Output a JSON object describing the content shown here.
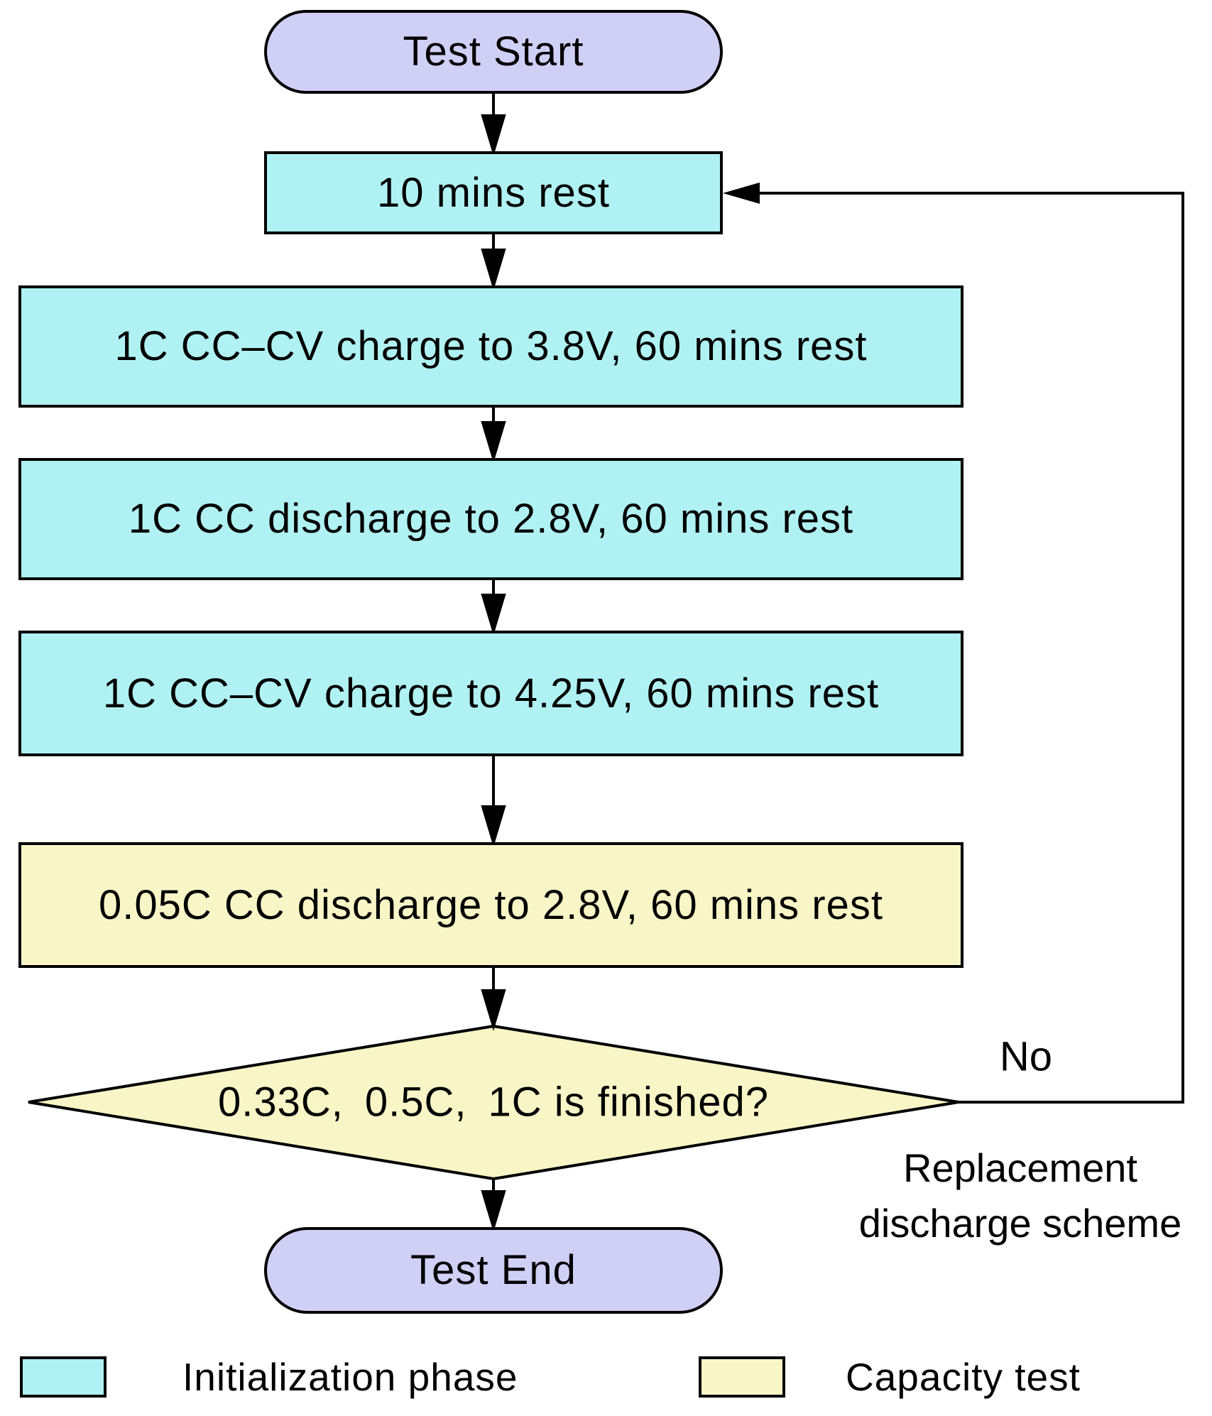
{
  "figure": {
    "kind": "flowchart",
    "description_visible_only": "battery test procedure flowchart"
  },
  "colors": {
    "initialization_phase_fill": "#b0f2f3",
    "capacity_test_fill": "#f8f6c6",
    "terminal_fill": "#d0cff6",
    "line": "#000000"
  },
  "nodes": {
    "start": {
      "label": "Test Start",
      "kind": "terminal"
    },
    "rest": {
      "label": "10 mins rest",
      "kind": "initialization"
    },
    "charge_38": {
      "label": "1C CC–CV charge to 3.8V, 60 mins rest",
      "kind": "initialization"
    },
    "discharge_28": {
      "label": "1C CC discharge to 2.8V, 60 mins rest",
      "kind": "initialization"
    },
    "charge_425": {
      "label": "1C CC–CV charge to 4.25V, 60 mins rest",
      "kind": "initialization"
    },
    "capacity_discharge": {
      "label": "0.05C CC discharge to 2.8V, 60 mins rest",
      "kind": "capacity"
    },
    "decision": {
      "label": "0.33C、0.5C、1C is finished?",
      "kind": "capacity"
    },
    "end": {
      "label": "Test End",
      "kind": "terminal"
    }
  },
  "edge_labels": {
    "no": "No",
    "no_annotation_line1": "Replacement",
    "no_annotation_line2": "discharge scheme"
  },
  "legend": {
    "initialization": {
      "label": "Initialization phase",
      "swatch_color": "#b0f2f3"
    },
    "capacity": {
      "label": "Capacity test",
      "swatch_color": "#f8f6c6"
    }
  }
}
